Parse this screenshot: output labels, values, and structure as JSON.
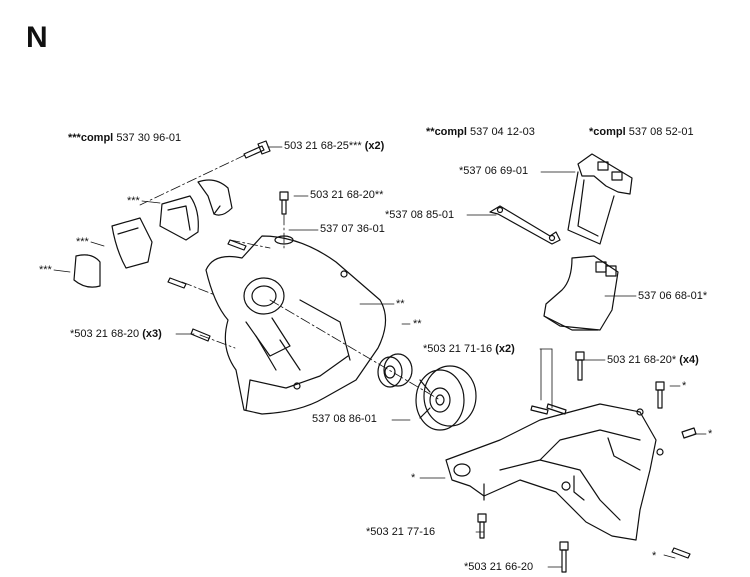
{
  "section": "N",
  "kits": [
    {
      "prefix": "***",
      "word": "compl",
      "number": "537 30 96-01"
    },
    {
      "prefix": "**",
      "word": "compl",
      "number": "537 04 12-03"
    },
    {
      "prefix": "*",
      "word": "compl",
      "number": "537 08 52-01"
    }
  ],
  "parts": {
    "screw_top": {
      "number": "503 21 68-25***",
      "qty": "(x2)"
    },
    "screw_bolt": {
      "number": "503 21 68-20**",
      "qty": ""
    },
    "washer": {
      "number": "537 07 36-01",
      "qty": ""
    },
    "bracket_top": {
      "number": "*537 06 69-01",
      "qty": ""
    },
    "clip": {
      "number": "*537 08 85-01",
      "qty": ""
    },
    "cover_lower": {
      "number": "537 06 68-01*",
      "qty": ""
    },
    "screw_left": {
      "number": "*503 21 68-20",
      "qty": "(x3)"
    },
    "screw_pair": {
      "number": "*503 21 71-16",
      "qty": "(x2)"
    },
    "screw_right": {
      "number": "503 21 68-20*",
      "qty": "(x4)"
    },
    "pulley": {
      "number": "537 08 86-01",
      "qty": ""
    },
    "screw_bottom1": {
      "number": "*503 21 77-16",
      "qty": ""
    },
    "screw_bottom2": {
      "number": "*503 21 66-20",
      "qty": ""
    }
  },
  "marks": {
    "triple": "***",
    "double": "**",
    "single": "*"
  }
}
